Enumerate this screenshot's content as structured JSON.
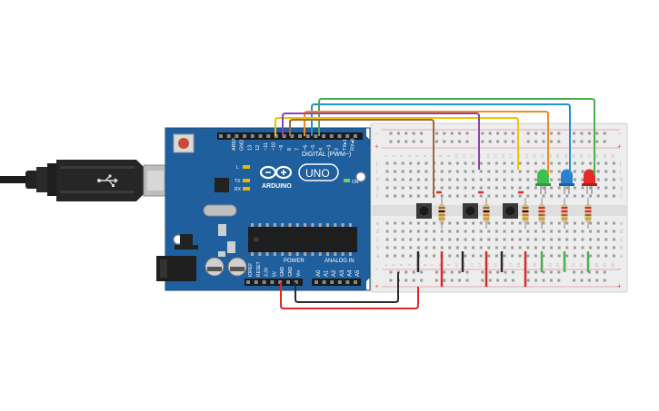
{
  "arduino": {
    "brand": "ARDUINO",
    "model": "UNO",
    "digital_label": "DIGITAL (PWM~)",
    "analog_label": "ANALOG IN",
    "power_label": "POWER",
    "on_label": "ON",
    "led_l": "L",
    "led_tx": "TX",
    "led_rx": "RX",
    "digital_pins": [
      "AREF",
      "GND",
      "13",
      "12",
      "~11",
      "~10",
      "~9",
      "8",
      "7",
      "~6",
      "~5",
      "4",
      "~3",
      "2",
      "TX▸1",
      "RX◂0"
    ],
    "power_pins": [
      "IOREF",
      "RESET",
      "3.3V",
      "5V",
      "GND",
      "GND",
      "Vin"
    ],
    "analog_pins": [
      "A0",
      "A1",
      "A2",
      "A3",
      "A4",
      "A5"
    ]
  },
  "breadboard": {
    "row_letters_top": [
      "j",
      "i",
      "h",
      "g",
      "f"
    ],
    "row_letters_bottom": [
      "e",
      "d",
      "c",
      "b",
      "a"
    ],
    "column_numbers": [
      "1",
      "2",
      "3",
      "4",
      "5",
      "6",
      "7",
      "8",
      "9",
      "10",
      "11",
      "12",
      "13",
      "14",
      "15",
      "16",
      "17",
      "18",
      "19",
      "20",
      "21",
      "22",
      "23",
      "24",
      "25",
      "26",
      "27",
      "28",
      "29",
      "30"
    ],
    "rail_minus": "−",
    "rail_plus": "+"
  },
  "colors": {
    "board": "#1f5f9e",
    "wire_green": "#4caf50",
    "wire_blue": "#2196c8",
    "wire_orange": "#f08c1e",
    "wire_yellow": "#f2c200",
    "wire_purple": "#8e44ad",
    "wire_brown": "#a0673a",
    "wire_red": "#e0282b",
    "wire_black": "#2b2b2b",
    "led_green": "#3cc24a",
    "led_blue": "#2a7fd0",
    "led_red": "#e32b2b"
  }
}
